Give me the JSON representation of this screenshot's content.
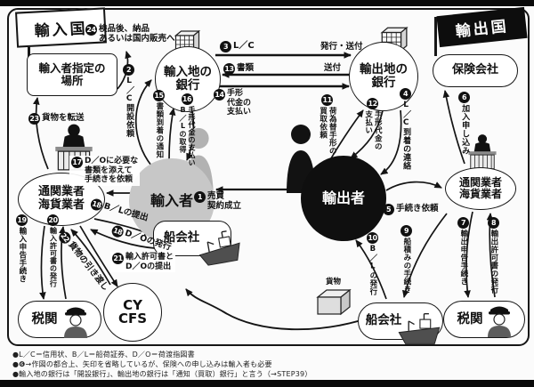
{
  "flags": {
    "import": "輸入国",
    "export": "輸出国"
  },
  "nodes": {
    "designated_place": "輸入者指定の\n場所",
    "import_bank": "輸入地の\n銀行",
    "export_bank": "輸出地の\n銀行",
    "insurance": "保険会社",
    "broker_left": "通関業者\n海貨業者",
    "importer": "輸入者",
    "exporter": "輸出者",
    "broker_right": "通関業者\n海貨業者",
    "ship_co_left": "船会社",
    "cy_cfs": "CY\nCFS",
    "customs_left": "税関",
    "ship_co_right": "船会社",
    "customs_right": "税関",
    "cargo": "貨物"
  },
  "steps": {
    "s1": {
      "num": "1",
      "text": "売買\n契約成立"
    },
    "s2": {
      "num": "2",
      "text": "L／C開設依頼"
    },
    "s3": {
      "num": "3",
      "text": "L／C",
      "text2": "発行・送付"
    },
    "s4": {
      "num": "4",
      "text": "L／C到着の連絡"
    },
    "s5": {
      "num": "5",
      "text": "手続き依頼"
    },
    "s6": {
      "num": "6",
      "text": "加入申し込み"
    },
    "s7": {
      "num": "7",
      "text": "輸出申告手続き"
    },
    "s8": {
      "num": "8",
      "text": "輸出許可書の発行"
    },
    "s9": {
      "num": "9",
      "text": "船積みの手続き"
    },
    "s10": {
      "num": "10",
      "text": "B／Lの発行"
    },
    "s11": {
      "num": "11",
      "text": "荷為替手形の\n買取依頼"
    },
    "s12": {
      "num": "12",
      "text": "手形代金の\n支払い"
    },
    "s13": {
      "num": "13",
      "text": "書類",
      "text2": "送付"
    },
    "s14": {
      "num": "14",
      "text": "手形\n代金の\n支払い"
    },
    "s15": {
      "num": "15",
      "text": "書類到着の通知"
    },
    "s16": {
      "num": "16",
      "text": "手形代金の支払い\nB／Lの取得"
    },
    "s17": {
      "num": "17",
      "text": "D／Oに必要な\n書類を添えて\n手続きを依頼"
    },
    "s18a": {
      "num": "18",
      "text": "B／Lの提出"
    },
    "s18b": {
      "num": "18",
      "text": "D／Oの発行"
    },
    "s19": {
      "num": "19",
      "text": "輸入申告手続き"
    },
    "s20": {
      "num": "20",
      "text": "輸入許可書の発行"
    },
    "s21": {
      "num": "21",
      "text": "輸入許可書と\nD／Oの提出"
    },
    "s22": {
      "num": "22",
      "text": "貨物の引き渡し"
    },
    "s23": {
      "num": "23",
      "text": "貨物を転送"
    },
    "s24": {
      "num": "24",
      "text": "検品後、納品\nあるいは国内販売へ"
    }
  },
  "footer": {
    "line1": "●L／C＝信用状、B／L＝船荷証券、D／O＝荷渡指図書",
    "line2": "●❻→作図の都合上、矢印を省略しているが、保険への申し込みは輸入者も必要",
    "line3": "●輸入地の銀行は「開設銀行」、輸出地の銀行は「通知（買取）銀行」と言う（→STEP39）"
  }
}
